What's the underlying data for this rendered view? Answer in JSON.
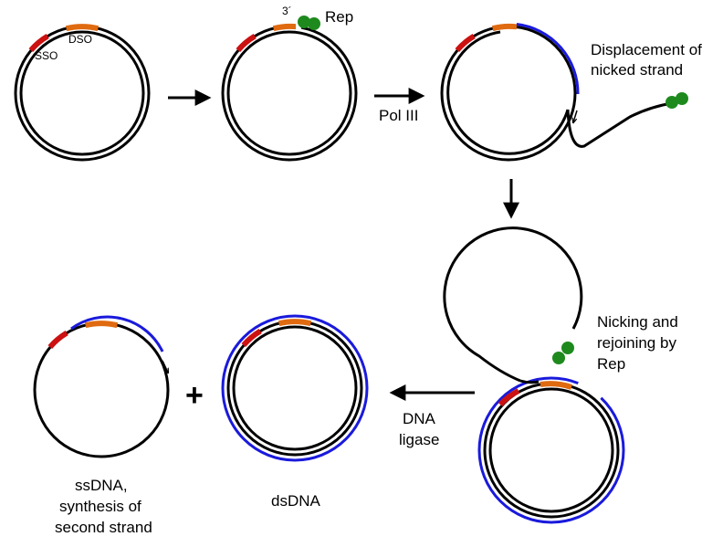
{
  "colors": {
    "strand": "#000000",
    "sso": "#cc1111",
    "dso": "#e06a10",
    "new_strand": "#1a1adc",
    "rep_protein": "#1e8a1e"
  },
  "step1": {
    "sso_label": "SSO",
    "dso_label": "DSO"
  },
  "step2": {
    "three_prime_label": "3´",
    "rep_label": "Rep"
  },
  "step3": {
    "enzyme_label": "Pol III",
    "caption_line1": "Displacement of",
    "caption_line2": "nicked strand"
  },
  "step4": {
    "caption_line1": "Nicking and",
    "caption_line2": "rejoining by",
    "caption_line3": "Rep"
  },
  "step5": {
    "enzyme_line1": "DNA",
    "enzyme_line2": "ligase",
    "dsdna_label": "dsDNA",
    "plus_sign": "+",
    "ssdna_line1": "ssDNA,",
    "ssdna_line2": "synthesis of",
    "ssdna_line3": "second strand"
  }
}
